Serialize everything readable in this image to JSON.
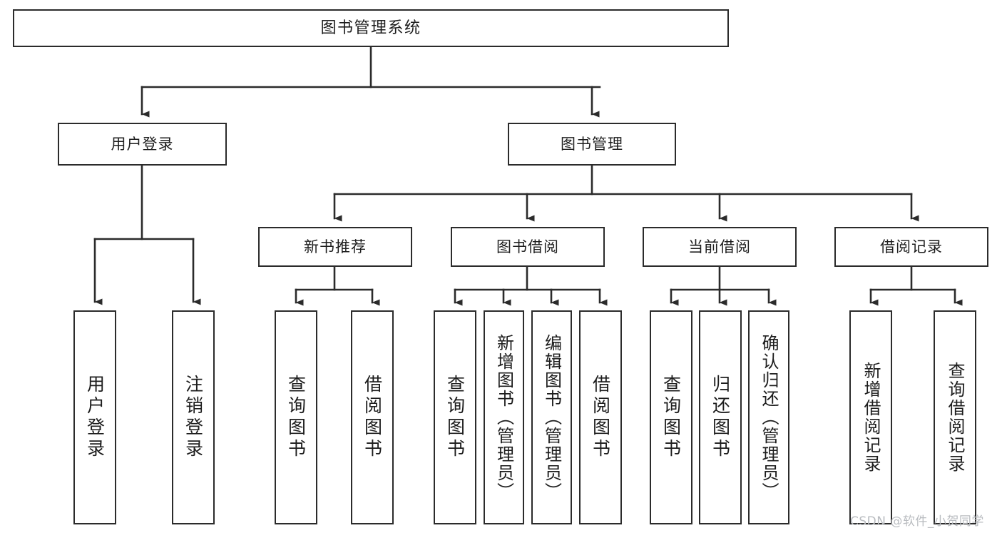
{
  "diagram": {
    "type": "tree",
    "title": "图书管理系统",
    "root": {
      "id": "root",
      "label": "图书管理系统"
    },
    "level2": [
      {
        "id": "user-login",
        "label": "用户登录"
      },
      {
        "id": "book-manage",
        "label": "图书管理"
      }
    ],
    "level3": [
      {
        "id": "new-book-recommend",
        "label": "新书推荐",
        "parent": "book-manage"
      },
      {
        "id": "book-borrow",
        "label": "图书借阅",
        "parent": "book-manage"
      },
      {
        "id": "current-borrow",
        "label": "当前借阅",
        "parent": "book-manage"
      },
      {
        "id": "borrow-record",
        "label": "借阅记录",
        "parent": "book-manage"
      }
    ],
    "leaves": [
      {
        "id": "leaf-user-login",
        "label": "用户登录",
        "parent": "user-login"
      },
      {
        "id": "leaf-user-logout",
        "label": "注销登录",
        "parent": "user-login"
      },
      {
        "id": "leaf-query-book-1",
        "label": "查询图书",
        "parent": "new-book-recommend"
      },
      {
        "id": "leaf-borrow-book-1",
        "label": "借阅图书",
        "parent": "new-book-recommend"
      },
      {
        "id": "leaf-query-book-2",
        "label": "查询图书",
        "parent": "book-borrow"
      },
      {
        "id": "leaf-add-book",
        "label": "新增图书（管理员）",
        "parent": "book-borrow"
      },
      {
        "id": "leaf-edit-book",
        "label": "编辑图书（管理员）",
        "parent": "book-borrow"
      },
      {
        "id": "leaf-borrow-book-2",
        "label": "借阅图书",
        "parent": "book-borrow"
      },
      {
        "id": "leaf-query-book-3",
        "label": "查询图书",
        "parent": "current-borrow"
      },
      {
        "id": "leaf-return-book",
        "label": "归还图书",
        "parent": "current-borrow"
      },
      {
        "id": "leaf-confirm-return",
        "label": "确认归还（管理员）",
        "parent": "current-borrow"
      },
      {
        "id": "leaf-add-record",
        "label": "新增借阅记录",
        "parent": "borrow-record"
      },
      {
        "id": "leaf-query-record",
        "label": "查询借阅记录",
        "parent": "borrow-record"
      }
    ]
  },
  "watermark": {
    "text": "CSDN @软件_小贺同学"
  },
  "colors": {
    "box_border": "#2b2b2b",
    "box_fill": "#ffffff",
    "connector": "#2b2b2b",
    "text": "#1d1d1d",
    "watermark": "#b9bcc0",
    "background": "#ffffff"
  }
}
